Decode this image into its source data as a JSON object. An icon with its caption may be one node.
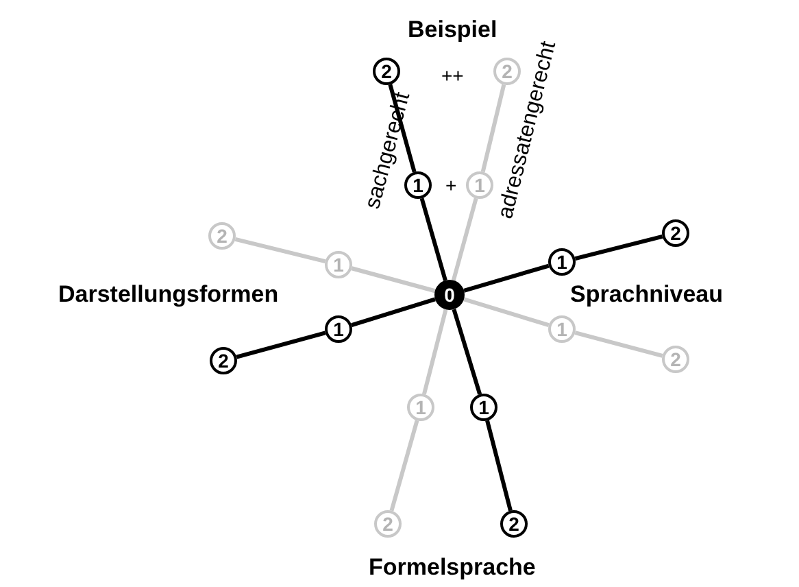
{
  "diagram": {
    "nodes": [
      {
        "text": [
          "2"
        ]
      },
      {
        "text": [
          "2"
        ]
      },
      {
        "text": [
          "1"
        ]
      },
      {
        "text": [
          "1"
        ]
      },
      {
        "text": [
          "2"
        ]
      },
      {
        "text": [
          "2"
        ]
      },
      {
        "text": [
          "1"
        ]
      },
      {
        "text": [
          "1"
        ]
      },
      {
        "text": [
          "0"
        ]
      },
      {
        "text": [
          "1"
        ]
      },
      {
        "text": [
          "1"
        ]
      },
      {
        "text": [
          "2"
        ]
      },
      {
        "text": [
          "2"
        ]
      },
      {
        "text": [
          "1"
        ]
      },
      {
        "text": [
          "1"
        ]
      },
      {
        "text": [
          "2"
        ]
      },
      {
        "text": [
          "2"
        ]
      }
    ],
    "edges": [
      {
        "from": 8,
        "to": 2,
        "arrow": "none"
      },
      {
        "from": 2,
        "to": 0,
        "arrow": "none"
      },
      {
        "from": 8,
        "to": 3,
        "arrow": "none",
        "color": "#c8c8c8"
      },
      {
        "from": 3,
        "to": 1,
        "arrow": "none",
        "color": "#c8c8c8"
      },
      {
        "from": 8,
        "to": 6,
        "arrow": "none"
      },
      {
        "from": 6,
        "to": 4,
        "arrow": "none"
      },
      {
        "from": 8,
        "to": 7,
        "arrow": "none",
        "color": "#c8c8c8"
      },
      {
        "from": 7,
        "to": 5,
        "arrow": "none",
        "color": "#c8c8c8"
      },
      {
        "from": 8,
        "to": 10,
        "arrow": "none"
      },
      {
        "from": 10,
        "to": 12,
        "arrow": "none"
      },
      {
        "from": 8,
        "to": 9,
        "arrow": "none",
        "color": "#c8c8c8"
      },
      {
        "from": 9,
        "to": 11,
        "arrow": "none",
        "color": "#c8c8c8"
      },
      {
        "from": 8,
        "to": 14,
        "arrow": "none"
      },
      {
        "from": 14,
        "to": 16,
        "arrow": "none"
      },
      {
        "from": 8,
        "to": 13,
        "arrow": "none",
        "color": "#c8c8c8"
      },
      {
        "from": 13,
        "to": 15,
        "arrow": "none",
        "color": "#c8c8c8"
      }
    ],
    "labels": [
      "Beispiel",
      "++",
      "sachgerecht",
      "adressatengerecht",
      "+",
      "Darstellungsformen",
      "Sprachniveau",
      "Formelsprache"
    ]
  }
}
